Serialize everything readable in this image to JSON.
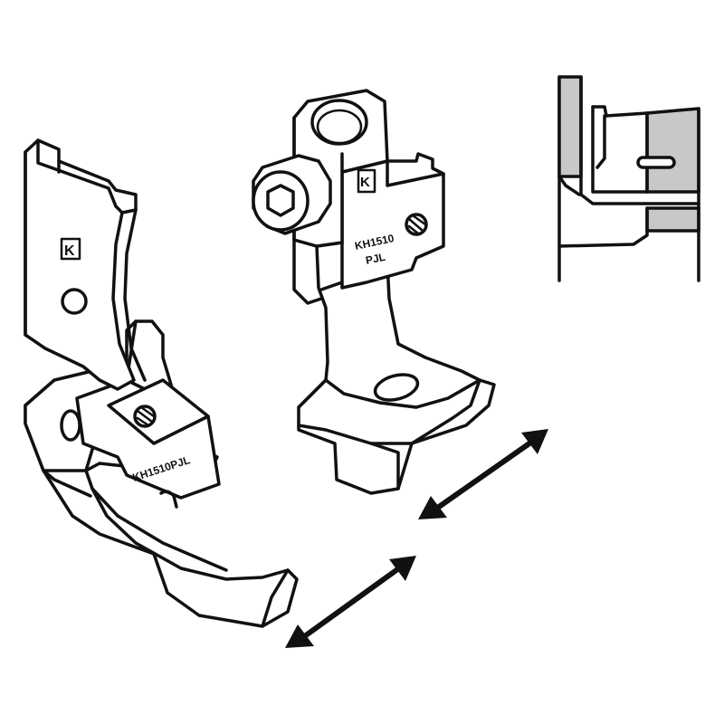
{
  "left_foot": {
    "logo": "K",
    "part_label": "KH1510PJL"
  },
  "right_foot": {
    "logo": "K",
    "part_label_line1": "KH1510",
    "part_label_line2": "PJL"
  },
  "detail_inset": {
    "description_visible": false
  },
  "colors": {
    "outline": "#111111",
    "fill": "#ffffff",
    "shade": "#c8c8c8"
  },
  "icons": [
    "double-arrow-icon",
    "double-arrow-icon"
  ]
}
